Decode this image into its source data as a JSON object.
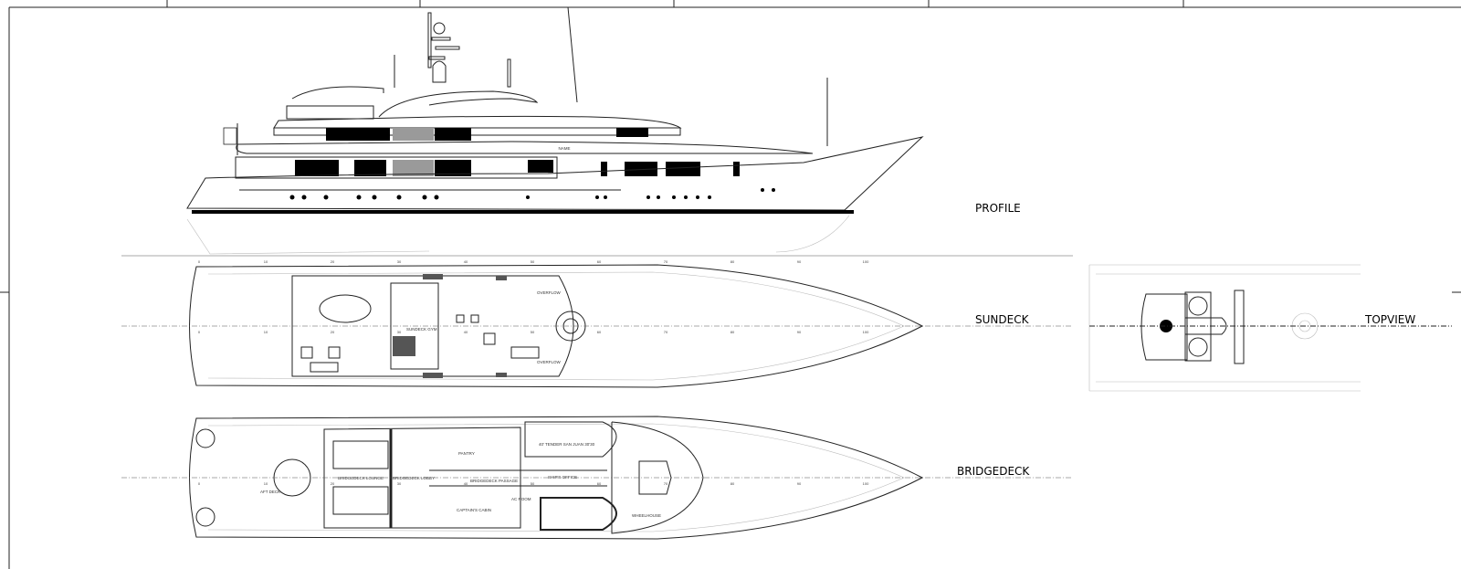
{
  "views": {
    "profile": "PROFILE",
    "sundeck": "SUNDECK",
    "topview": "TOPVIEW",
    "bridgedeck": "BRIDGEDECK"
  },
  "profile": {
    "hull_name": "NAME"
  },
  "sundeck_rooms": {
    "gym": "SUNDECK GYM",
    "overflow_1": "OVERFLOW",
    "overflow_2": "OVERFLOW"
  },
  "bridgedeck_rooms": {
    "aft_deck": "AFT DECK",
    "lounge": "BRIDGEDECK LOUNGE",
    "lobby": "BRIDGEDECK LOBBY",
    "pantry": "PANTRY",
    "passage": "BRIDGEDECK PASSAGE",
    "captains_cabin": "CAPTAIN'S CABIN",
    "ac_room": "AC ROOM",
    "ships_office": "SHIP'S OFFICE",
    "tender": "40' TENDER SAN JUAN 30'30",
    "wheelhouse": "WHEELHOUSE"
  },
  "ruler": {
    "labels": [
      "0",
      "10",
      "20",
      "30",
      "40",
      "50",
      "60",
      "70",
      "80",
      "90",
      "100"
    ]
  },
  "colors": {
    "line": "#222222",
    "light_line": "#bbbbbb",
    "fill_dark": "#000000",
    "fill_grey": "#9a9a9a"
  }
}
